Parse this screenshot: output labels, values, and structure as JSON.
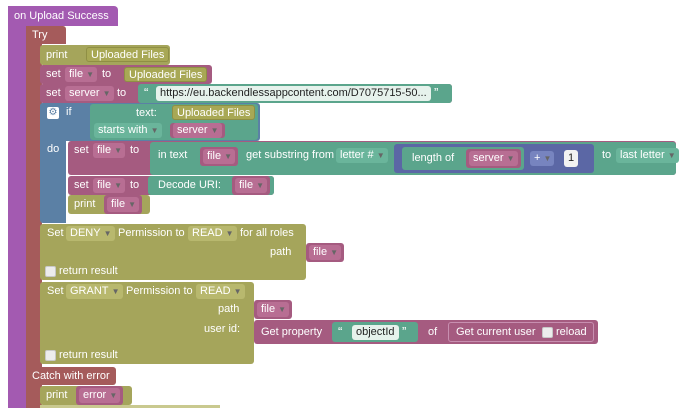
{
  "event": {
    "label": "on Upload Success"
  },
  "try": {
    "label": "Try"
  },
  "print1": {
    "label": "print",
    "text": "Uploaded Files"
  },
  "set_file": {
    "label": "set",
    "var": "file",
    "to": "to",
    "text": "Uploaded Files"
  },
  "set_server": {
    "label": "set",
    "var": "server",
    "to": "to",
    "open_quote": "“",
    "url": "https://eu.backendlessappcontent.com/D7075715-50...",
    "close_quote": "”"
  },
  "if": {
    "label": "if",
    "text_label": "text:",
    "text_value": "Uploaded Files",
    "starts_with": "starts with",
    "server": "server",
    "do": "do"
  },
  "set_substr": {
    "label": "set",
    "var": "file",
    "to": "to",
    "in_text": "in text",
    "file": "file",
    "get_substring": "get substring from",
    "letter": "letter #",
    "length_of": "length of",
    "server": "server",
    "plus": "+",
    "one": "1",
    "to2": "to",
    "last_letter": "last letter"
  },
  "set_decode": {
    "label": "set",
    "var": "file",
    "to": "to",
    "decode": "Decode URI:",
    "file": "file"
  },
  "print2": {
    "label": "print",
    "var": "file"
  },
  "deny": {
    "set": "Set",
    "perm": "DENY",
    "permission_to": "Permission to",
    "op": "READ",
    "for_all": "for all roles",
    "path": "path",
    "file": "file",
    "return": "return result"
  },
  "grant": {
    "set": "Set",
    "perm": "GRANT",
    "permission_to": "Permission to",
    "op": "READ",
    "path": "path",
    "file": "file",
    "user_id": "user id:",
    "get_property": "Get property",
    "open_quote": "“",
    "object_id": "objectId",
    "close_quote": "”",
    "of": "of",
    "get_current_user": "Get current user",
    "reload": "reload",
    "return": "return result"
  },
  "catch": {
    "label": "Catch with error",
    "print": "print",
    "var": "error"
  },
  "colors": {
    "event": "#a35ab1",
    "try": "#a55b5b",
    "print": "#a5a55b",
    "variable": "#a55b80",
    "text": "#5ba58c",
    "logic": "#5b80a5",
    "file": "#a8a855"
  }
}
